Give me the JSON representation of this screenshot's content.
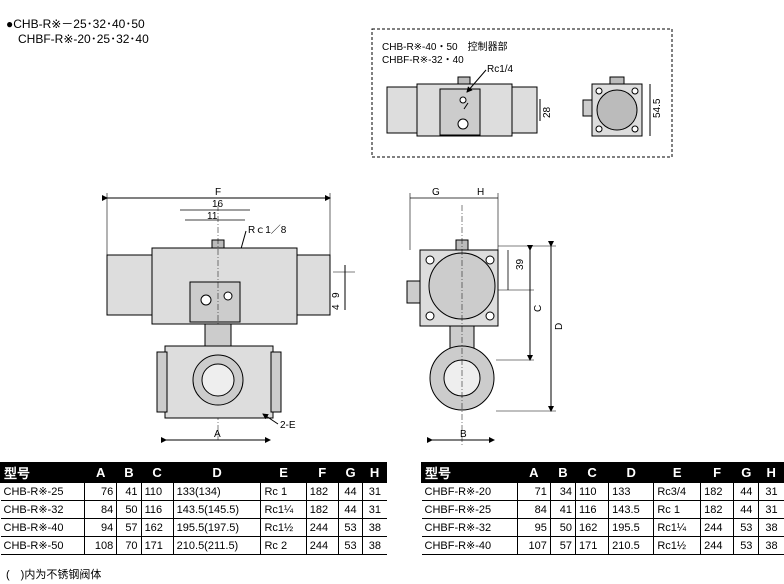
{
  "header": {
    "line1": "●CHB-R※－25･32･40･50",
    "line2": "CHBF-R※-20･25･32･40"
  },
  "inset": {
    "line1": "CHB-R※-40・50　控制器部",
    "line2": "CHBF-R※-32・40",
    "port_label": "Rc1/4",
    "dim_28": "28",
    "dim_54_5": "54.5"
  },
  "front_view": {
    "dim_F": "F",
    "dim_16": "16",
    "dim_11": "11",
    "port_label": "Rｃ1／8",
    "dim_9": "9",
    "dim_4": "4",
    "dim_A": "A",
    "callout_2E": "2-E"
  },
  "side_view": {
    "dim_G": "G",
    "dim_H": "H",
    "dim_39": "39",
    "dim_C": "C",
    "dim_D": "D",
    "dim_B": "B"
  },
  "table_left": {
    "headers": [
      "型号",
      "A",
      "B",
      "C",
      "D",
      "E",
      "F",
      "G",
      "H"
    ],
    "rows": [
      [
        "CHB-R※-25",
        "76",
        "41",
        "110",
        "133(134)",
        "Rc 1",
        "182",
        "44",
        "31"
      ],
      [
        "CHB-R※-32",
        "84",
        "50",
        "116",
        "143.5(145.5)",
        "Rc1¼",
        "182",
        "44",
        "31"
      ],
      [
        "CHB-R※-40",
        "94",
        "57",
        "162",
        "195.5(197.5)",
        "Rc1½",
        "244",
        "53",
        "38"
      ],
      [
        "CHB-R※-50",
        "108",
        "70",
        "171",
        "210.5(211.5)",
        "Rc 2",
        "244",
        "53",
        "38"
      ]
    ]
  },
  "table_right": {
    "headers": [
      "型号",
      "A",
      "B",
      "C",
      "D",
      "E",
      "F",
      "G",
      "H"
    ],
    "rows": [
      [
        "CHBF-R※-20",
        "71",
        "34",
        "110",
        "133",
        "Rc3/4",
        "182",
        "44",
        "31"
      ],
      [
        "CHBF-R※-25",
        "84",
        "41",
        "116",
        "143.5",
        "Rc 1",
        "182",
        "44",
        "31"
      ],
      [
        "CHBF-R※-32",
        "95",
        "50",
        "162",
        "195.5",
        "Rc1¼",
        "244",
        "53",
        "38"
      ],
      [
        "CHBF-R※-40",
        "107",
        "57",
        "171",
        "210.5",
        "Rc1½",
        "244",
        "53",
        "38"
      ]
    ]
  },
  "footnote": "(　)内为不锈钢阀体"
}
